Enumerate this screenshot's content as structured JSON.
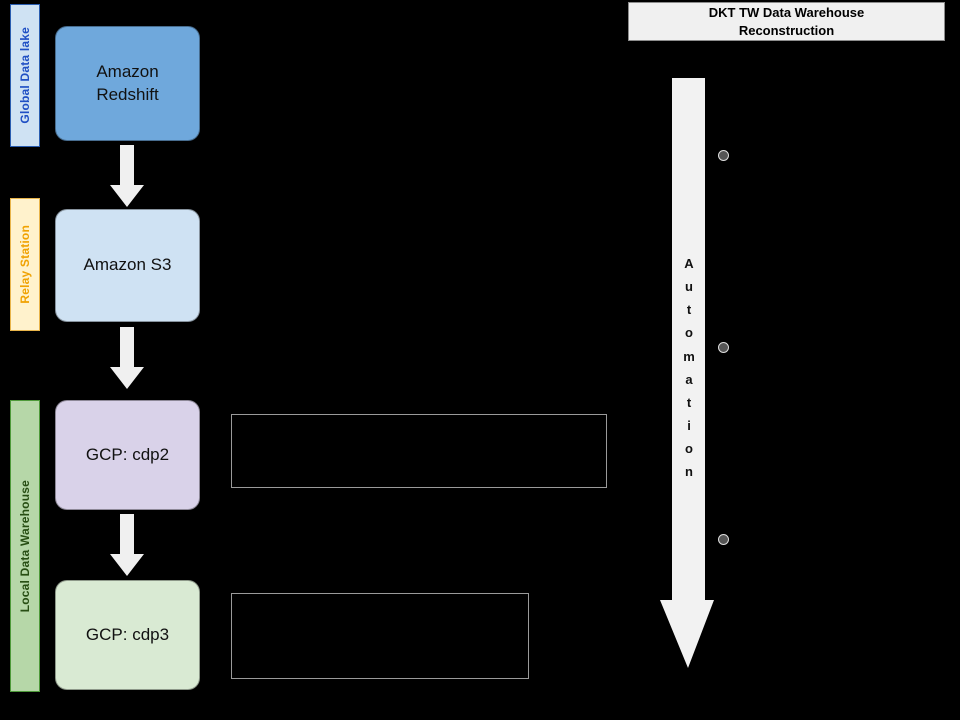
{
  "title": {
    "text": "DKT TW Data Warehouse\nReconstruction"
  },
  "lanes": [
    {
      "id": "global-data-lake",
      "label": "Global Data lake",
      "fill": "#CFE2F3",
      "border": "#2A5DB0",
      "text_color": "#1F4FC4"
    },
    {
      "id": "relay-station",
      "label": "Relay Station",
      "fill": "#FFF2CC",
      "border": "#E8B44A",
      "text_color": "#F0A202"
    },
    {
      "id": "local-data-warehouse",
      "label": "Local Data Warehouse",
      "fill": "#B6D7A8",
      "border": "#4E9A3A",
      "text_color": "#274E13"
    }
  ],
  "nodes": [
    {
      "id": "amazon-redshift",
      "label": "Amazon\nRedshift",
      "fill": "#6FA8DC"
    },
    {
      "id": "amazon-s3",
      "label": "Amazon S3",
      "fill": "#CFE2F3"
    },
    {
      "id": "gcp-cdp2",
      "label": "GCP: cdp2",
      "fill": "#D9D2E9"
    },
    {
      "id": "gcp-cdp3",
      "label": "GCP: cdp3",
      "fill": "#D9EAD3"
    }
  ],
  "flow_arrows": [
    {
      "id": "redshift-to-s3",
      "direction": "down",
      "fill": "#F0F0F0"
    },
    {
      "id": "s3-to-cdp2",
      "direction": "down",
      "fill": "#F0F0F0"
    },
    {
      "id": "cdp2-to-cdp3",
      "direction": "down",
      "fill": "#F0F0F0"
    }
  ],
  "note_boxes": [
    {
      "id": "note-box-cdp2",
      "text": "",
      "border": "#9A9A9A"
    },
    {
      "id": "note-box-cdp3",
      "text": "",
      "border": "#9A9A9A"
    }
  ],
  "automation": {
    "label": "Automation",
    "letters": [
      "A",
      "u",
      "t",
      "o",
      "m",
      "a",
      "t",
      "i",
      "o",
      "n"
    ],
    "fill": "#F2F2F2",
    "direction": "down"
  },
  "steps": [
    {
      "id": "step-1",
      "bullet": "step-marker",
      "text": ""
    },
    {
      "id": "step-2",
      "bullet": "step-marker",
      "text": ""
    },
    {
      "id": "step-3",
      "bullet": "step-marker",
      "text": ""
    }
  ],
  "colors": {
    "background": "#000000",
    "arrow": "#F0F0F0",
    "note_border": "#9A9A9A",
    "bullet": "#555555",
    "bullet_ring": "#DDDDDD",
    "title_bg": "#F0F0F0",
    "title_border": "#8C8C8C"
  }
}
